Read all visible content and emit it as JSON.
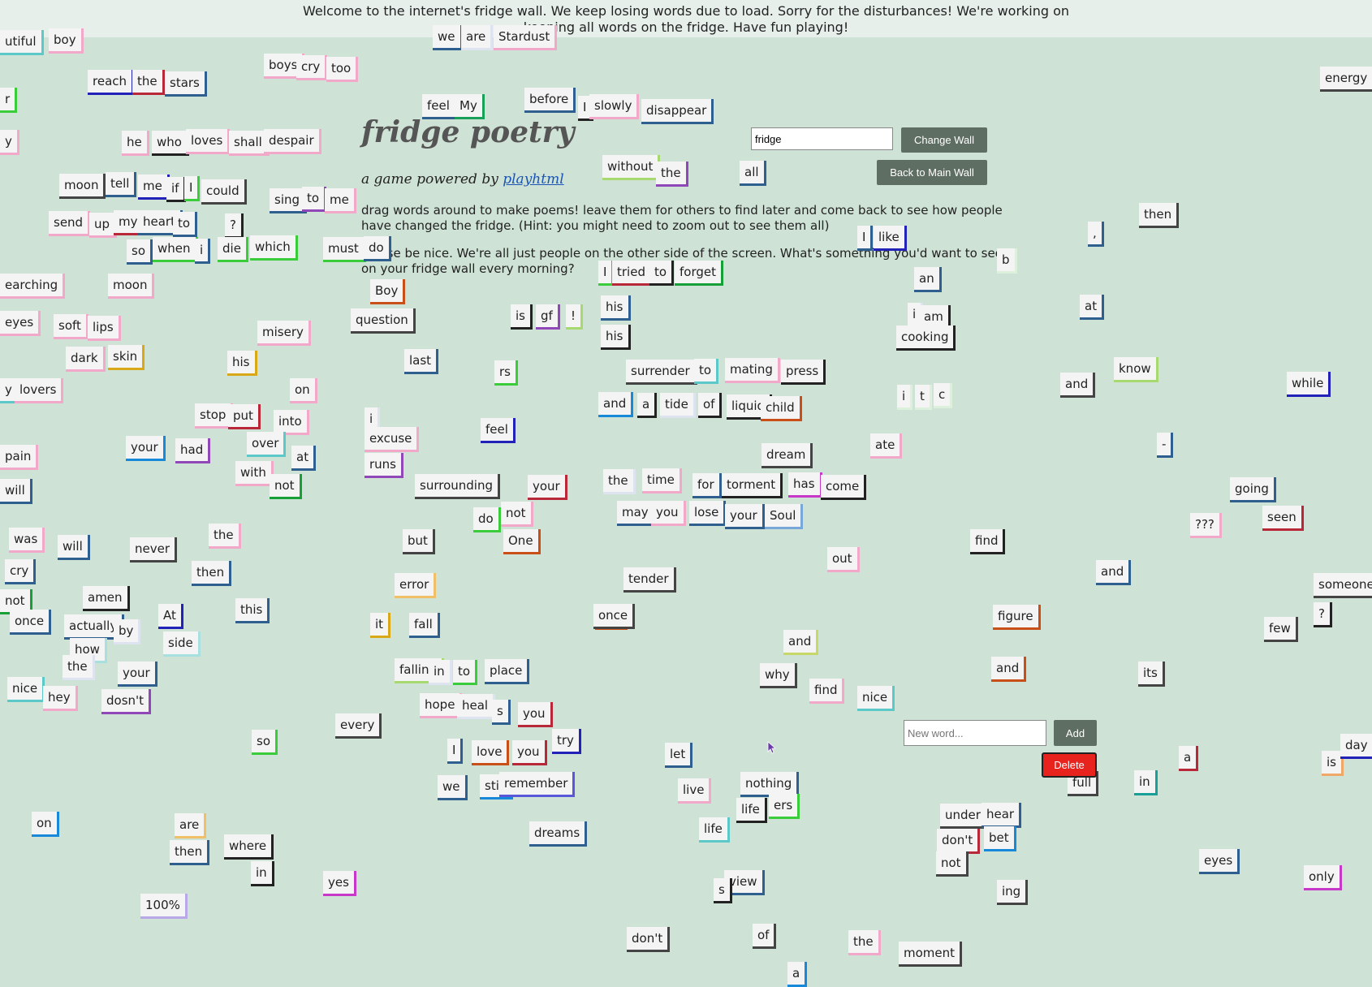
{
  "banner": {
    "message": "Welcome to the internet's fridge wall. We keep losing words due to load. Sorry for the disturbances! We're working on keeping all words on the fridge. Have fun playing!"
  },
  "header": {
    "title": "fridge poetry",
    "subtitle_prefix": "a game powered by ",
    "subtitle_link": "playhtml",
    "instructions": "drag words around to make poems! leave them for others to find later and come back to see how people have changed the fridge. (Hint: you might need to zoom out to see them all)",
    "prompt": "Please be nice. We're all just people on the other side of the screen. What's something you'd want to see on your fridge wall every morning?"
  },
  "controls": {
    "wall_input_value": "fridge",
    "change_wall_label": "Change Wall",
    "back_label": "Back to Main Wall",
    "new_word_placeholder": "New word...",
    "add_label": "Add",
    "delete_label": "Delete"
  },
  "words": [
    {
      "t": "utiful",
      "c": "#5cc8c8"
    },
    {
      "t": "boy",
      "c": "#f2a8c8"
    },
    {
      "t": "we",
      "c": "#2f5f8f"
    },
    {
      "t": "are",
      "c": "#dde4f0"
    },
    {
      "t": "Stardust",
      "c": "#f2a8c8"
    },
    {
      "t": "boys",
      "c": "#f2a8c8"
    },
    {
      "t": "cry",
      "c": "#f2a8c8"
    },
    {
      "t": "too",
      "c": "#f2a8c8"
    },
    {
      "t": "reach",
      "c": "#2222b8"
    },
    {
      "t": "the",
      "c": "#b82838"
    },
    {
      "t": "stars",
      "c": "#2f5f8f"
    },
    {
      "t": "energy",
      "c": "#444"
    },
    {
      "t": "feel",
      "c": "#2f5f8f"
    },
    {
      "t": "My",
      "c": "#18a058"
    },
    {
      "t": "before",
      "c": "#2f5f8f"
    },
    {
      "t": "I",
      "c": "#222"
    },
    {
      "t": "slowly",
      "c": "#f2a8c8"
    },
    {
      "t": "disappear",
      "c": "#2f5f8f"
    },
    {
      "t": "r",
      "c": "#3acc3a"
    },
    {
      "t": "he",
      "c": "#f2a8c8"
    },
    {
      "t": "who",
      "c": "#222"
    },
    {
      "t": "loves",
      "c": "#f2a8c8"
    },
    {
      "t": "shall",
      "c": "#f2a8c8"
    },
    {
      "t": "despair",
      "c": "#f2a8c8"
    },
    {
      "t": "y",
      "c": "#f2a8c8"
    },
    {
      "t": "without",
      "c": "#a8d870"
    },
    {
      "t": "the",
      "c": "#9048b8"
    },
    {
      "t": "all",
      "c": "#2f5f8f"
    },
    {
      "t": "moon",
      "c": "#444"
    },
    {
      "t": "tell",
      "c": "#2f5f8f"
    },
    {
      "t": "me",
      "c": "#2222b8"
    },
    {
      "t": "if",
      "c": "#222"
    },
    {
      "t": "I",
      "c": "#3acc3a"
    },
    {
      "t": "could",
      "c": "#444"
    },
    {
      "t": "sing",
      "c": "#2f5f8f"
    },
    {
      "t": "to",
      "c": "#9048b8"
    },
    {
      "t": "me",
      "c": "#f2a8c8"
    },
    {
      "t": "then",
      "c": "#444"
    },
    {
      "t": "send",
      "c": "#f2a8c8"
    },
    {
      "t": "up",
      "c": "#f2a8c8"
    },
    {
      "t": "my",
      "c": "#b82838"
    },
    {
      "t": "heart",
      "c": "#2f5f8f"
    },
    {
      "t": "to",
      "c": "#2f5f8f"
    },
    {
      "t": "?",
      "c": "#222"
    },
    {
      "t": "I",
      "c": "#2f5f8f"
    },
    {
      "t": "like",
      "c": "#2222b8"
    },
    {
      "t": ",",
      "c": "#2f5f8f"
    },
    {
      "t": "so",
      "c": "#2f5f8f"
    },
    {
      "t": "when",
      "c": "#3acc3a"
    },
    {
      "t": "i",
      "c": "#2f5f8f"
    },
    {
      "t": "die",
      "c": "#3acc3a"
    },
    {
      "t": "which",
      "c": "#3acc3a"
    },
    {
      "t": "must",
      "c": "#3acc3a"
    },
    {
      "t": "do",
      "c": "#2f5f8f"
    },
    {
      "t": "b",
      "c": "#dcf0dc"
    },
    {
      "t": "earching",
      "c": "#f2a8c8"
    },
    {
      "t": "moon",
      "c": "#f2a8c8"
    },
    {
      "t": "Boy",
      "c": "#c85018"
    },
    {
      "t": "I",
      "c": "#3acc3a"
    },
    {
      "t": "tried",
      "c": "#b82838"
    },
    {
      "t": "to",
      "c": "#222"
    },
    {
      "t": "forget",
      "c": "#18a038"
    },
    {
      "t": "an",
      "c": "#2f5f8f"
    },
    {
      "t": "his",
      "c": "#2f5f8f"
    },
    {
      "t": "i",
      "c": "#dde4f0"
    },
    {
      "t": "am",
      "c": "#222"
    },
    {
      "t": "at",
      "c": "#2f5f8f"
    },
    {
      "t": "eyes",
      "c": "#f2a8c8"
    },
    {
      "t": "soft",
      "c": "#f2a8c8"
    },
    {
      "t": "lips",
      "c": "#f2a8c8"
    },
    {
      "t": "misery",
      "c": "#f2a8c8"
    },
    {
      "t": "question",
      "c": "#444"
    },
    {
      "t": "is",
      "c": "#222"
    },
    {
      "t": "gf",
      "c": "#9048b8"
    },
    {
      "t": "!",
      "c": "#a8d870"
    },
    {
      "t": "his",
      "c": "#222"
    },
    {
      "t": "cooking",
      "c": "#222"
    },
    {
      "t": "dark",
      "c": "#f2a8c8"
    },
    {
      "t": "skin",
      "c": "#d8a818"
    },
    {
      "t": "his",
      "c": "#d8a818"
    },
    {
      "t": "last",
      "c": "#2f5f8f"
    },
    {
      "t": "rs",
      "c": "#3acc3a"
    },
    {
      "t": "surrender",
      "c": "#444"
    },
    {
      "t": "to",
      "c": "#5cc8c8"
    },
    {
      "t": "mating",
      "c": "#f2a8c8"
    },
    {
      "t": "press",
      "c": "#222"
    },
    {
      "t": "know",
      "c": "#a8d870"
    },
    {
      "t": "and",
      "c": "#444"
    },
    {
      "t": "while",
      "c": "#2222b8"
    },
    {
      "t": "y",
      "c": "#5cc8c8"
    },
    {
      "t": "lovers",
      "c": "#f2a8c8"
    },
    {
      "t": "on",
      "c": "#f2a8c8"
    },
    {
      "t": "i",
      "c": "#dcf0dc"
    },
    {
      "t": "t",
      "c": "#dcf0dc"
    },
    {
      "t": "c",
      "c": "#dcf0dc"
    },
    {
      "t": "and",
      "c": "#1888d8"
    },
    {
      "t": "a",
      "c": "#222"
    },
    {
      "t": "tide",
      "c": "#dde4f0"
    },
    {
      "t": "of",
      "c": "#222"
    },
    {
      "t": "liquid",
      "c": "#222"
    },
    {
      "t": "child",
      "c": "#c85018"
    },
    {
      "t": "stop",
      "c": "#f2a8c8"
    },
    {
      "t": "put",
      "c": "#b82838"
    },
    {
      "t": "into",
      "c": "#f2a8c8"
    },
    {
      "t": "i",
      "c": "#dde4f0"
    },
    {
      "t": "feel",
      "c": "#2222b8"
    },
    {
      "t": "excuse",
      "c": "#f2a8c8"
    },
    {
      "t": "over",
      "c": "#5cc8c8"
    },
    {
      "t": "ate",
      "c": "#f2a8c8"
    },
    {
      "t": "dream",
      "c": "#444"
    },
    {
      "t": "-",
      "c": "#2f5f8f"
    },
    {
      "t": "your",
      "c": "#1888d8"
    },
    {
      "t": "had",
      "c": "#9048b8"
    },
    {
      "t": "at",
      "c": "#2f5f8f"
    },
    {
      "t": "runs",
      "c": "#9048b8"
    },
    {
      "t": "pain",
      "c": "#f2a8c8"
    },
    {
      "t": "with",
      "c": "#f2a8c8"
    },
    {
      "t": "not",
      "c": "#18a038"
    },
    {
      "t": "surrounding",
      "c": "#444"
    },
    {
      "t": "your",
      "c": "#b82838"
    },
    {
      "t": "the",
      "c": "#dde4f0"
    },
    {
      "t": "time",
      "c": "#f2a8c8"
    },
    {
      "t": "for",
      "c": "#2f5f8f"
    },
    {
      "t": "torment",
      "c": "#222"
    },
    {
      "t": "has",
      "c": "#c838c8"
    },
    {
      "t": "come",
      "c": "#222"
    },
    {
      "t": "going",
      "c": "#2f5f8f"
    },
    {
      "t": "will",
      "c": "#2f5f8f"
    },
    {
      "t": "not",
      "c": "#f2a8c8"
    },
    {
      "t": "do",
      "c": "#3acc3a"
    },
    {
      "t": "may",
      "c": "#2f5f8f"
    },
    {
      "t": "you",
      "c": "#f2a8c8"
    },
    {
      "t": "lose",
      "c": "#2f5f8f"
    },
    {
      "t": "your",
      "c": "#2f5f8f"
    },
    {
      "t": "Soul",
      "c": "#78a8d8"
    },
    {
      "t": "???",
      "c": "#f2a8c8"
    },
    {
      "t": "seen",
      "c": "#b82838"
    },
    {
      "t": "was",
      "c": "#f2a8c8"
    },
    {
      "t": "will",
      "c": "#2f5f8f"
    },
    {
      "t": "never",
      "c": "#444"
    },
    {
      "t": "the",
      "c": "#f2a8c8"
    },
    {
      "t": "One",
      "c": "#c85018"
    },
    {
      "t": "but",
      "c": "#444"
    },
    {
      "t": "find",
      "c": "#222"
    },
    {
      "t": "out",
      "c": "#f2a8c8"
    },
    {
      "t": "cry",
      "c": "#2f5f8f"
    },
    {
      "t": "then",
      "c": "#2f5f8f"
    },
    {
      "t": "and",
      "c": "#2f5f8f"
    },
    {
      "t": "someone",
      "c": "#444"
    },
    {
      "t": "error",
      "c": "#f0c068"
    },
    {
      "t": "tender",
      "c": "#444"
    },
    {
      "t": "amen",
      "c": "#222"
    },
    {
      "t": "this",
      "c": "#2f5f8f"
    },
    {
      "t": "?",
      "c": "#222"
    },
    {
      "t": "will",
      "c": "#c85018"
    },
    {
      "t": "not",
      "c": "#18a038"
    },
    {
      "t": "once",
      "c": "#2f5f8f"
    },
    {
      "t": "actually",
      "c": "#2f5f8f"
    },
    {
      "t": "by",
      "c": "#dde4f0"
    },
    {
      "t": "At",
      "c": "#2222b8"
    },
    {
      "t": "side",
      "c": "#a8e0e0"
    },
    {
      "t": "it",
      "c": "#d8a818"
    },
    {
      "t": "fall",
      "c": "#2f5f8f"
    },
    {
      "t": "once",
      "c": "#444"
    },
    {
      "t": "figure",
      "c": "#c85018"
    },
    {
      "t": "and",
      "c": "#c8d868"
    },
    {
      "t": "few",
      "c": "#444"
    },
    {
      "t": "how",
      "c": "#a8e0e0"
    },
    {
      "t": "the",
      "c": "#dde4f0"
    },
    {
      "t": "your",
      "c": "#2f5f8f"
    },
    {
      "t": "falling",
      "c": "#a8d870"
    },
    {
      "t": "in",
      "c": "#dde4f0"
    },
    {
      "t": "to",
      "c": "#3acc3a"
    },
    {
      "t": "place",
      "c": "#2f5f8f"
    },
    {
      "t": "why",
      "c": "#444"
    },
    {
      "t": "and",
      "c": "#c85018"
    },
    {
      "t": "its",
      "c": "#444"
    },
    {
      "t": "nice",
      "c": "#5cc8c8"
    },
    {
      "t": "hey",
      "c": "#f2a8c8"
    },
    {
      "t": "dosn't",
      "c": "#9048b8"
    },
    {
      "t": "find",
      "c": "#f2a8c8"
    },
    {
      "t": "nice",
      "c": "#5cc8c8"
    },
    {
      "t": "hope",
      "c": "#f2a8c8"
    },
    {
      "t": "heal",
      "c": "#dde4f0"
    },
    {
      "t": "s",
      "c": "#2f5f8f"
    },
    {
      "t": "you",
      "c": "#b82838"
    },
    {
      "t": "every",
      "c": "#444"
    },
    {
      "t": "so",
      "c": "#3acc3a"
    },
    {
      "t": "try",
      "c": "#2222b8"
    },
    {
      "t": "I",
      "c": "#2f5f8f"
    },
    {
      "t": "love",
      "c": "#c85018"
    },
    {
      "t": "you",
      "c": "#b82838"
    },
    {
      "t": "let",
      "c": "#2f5f8f"
    },
    {
      "t": "a",
      "c": "#b82838"
    },
    {
      "t": "is",
      "c": "#f0a868"
    },
    {
      "t": "day",
      "c": "#2222b8"
    },
    {
      "t": "nothing",
      "c": "#2f5f8f"
    },
    {
      "t": "full",
      "c": "#444"
    },
    {
      "t": "in",
      "c": "#18a098"
    },
    {
      "t": "we",
      "c": "#2f5f8f"
    },
    {
      "t": "still",
      "c": "#1888d8"
    },
    {
      "t": "remember",
      "c": "#5858d8"
    },
    {
      "t": "live",
      "c": "#f2a8c8"
    },
    {
      "t": "life",
      "c": "#222"
    },
    {
      "t": "ers",
      "c": "#3acc3a"
    },
    {
      "t": "under",
      "c": "#444"
    },
    {
      "t": "hear",
      "c": "#2f5f8f"
    },
    {
      "t": "on",
      "c": "#1888d8"
    },
    {
      "t": "are",
      "c": "#f0c068"
    },
    {
      "t": "dreams",
      "c": "#2f5f8f"
    },
    {
      "t": "life",
      "c": "#5cc8c8"
    },
    {
      "t": "don't",
      "c": "#b82838"
    },
    {
      "t": "bet",
      "c": "#1888d8"
    },
    {
      "t": "where",
      "c": "#222"
    },
    {
      "t": "then",
      "c": "#2f5f8f"
    },
    {
      "t": "not",
      "c": "#444"
    },
    {
      "t": "eyes",
      "c": "#2f5f8f"
    },
    {
      "t": "only",
      "c": "#c838c8"
    },
    {
      "t": "in",
      "c": "#222"
    },
    {
      "t": "yes",
      "c": "#c838c8"
    },
    {
      "t": "view",
      "c": "#2f5f8f"
    },
    {
      "t": "s",
      "c": "#222"
    },
    {
      "t": "ing",
      "c": "#444"
    },
    {
      "t": "100%",
      "c": "#b8a8e8"
    },
    {
      "t": "don't",
      "c": "#444"
    },
    {
      "t": "of",
      "c": "#444"
    },
    {
      "t": "the",
      "c": "#f2a8c8"
    },
    {
      "t": "moment",
      "c": "#444"
    },
    {
      "t": "a",
      "c": "#1888d8"
    }
  ]
}
